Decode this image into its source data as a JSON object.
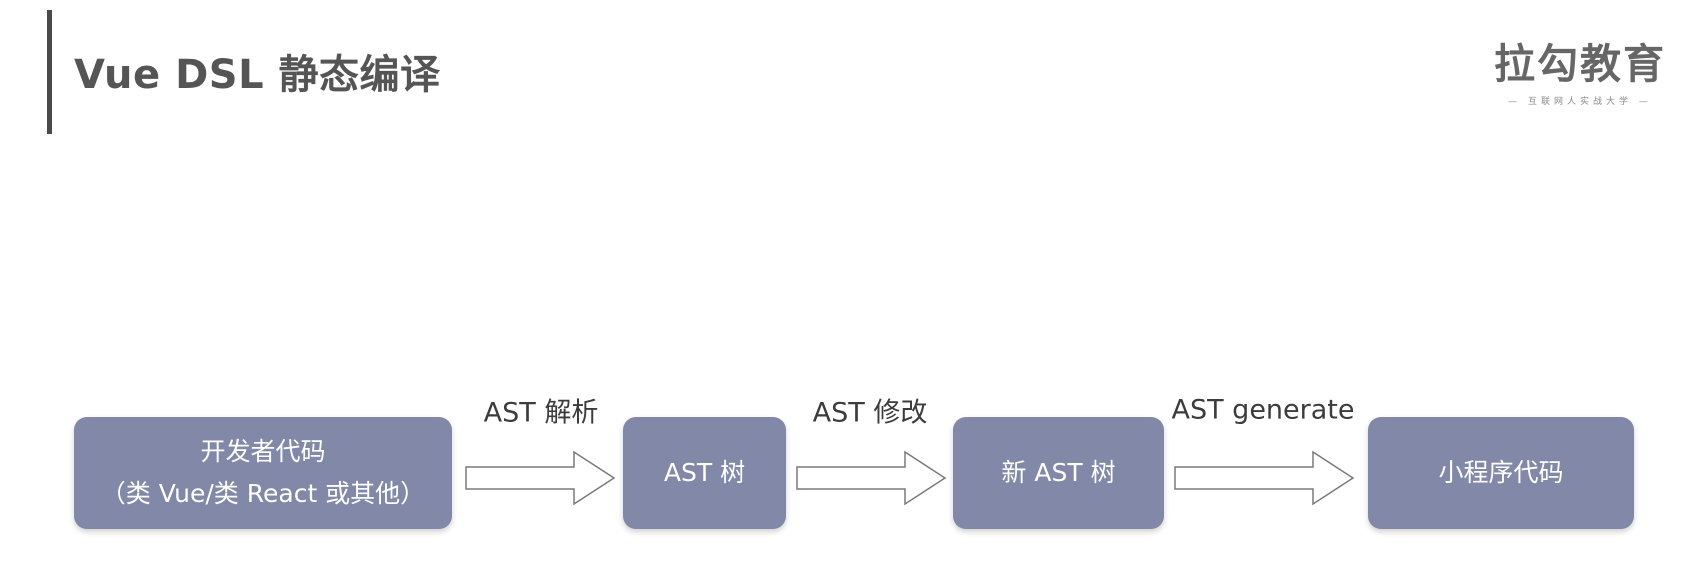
{
  "header": {
    "title": "Vue DSL 静态编译"
  },
  "brand": {
    "name": "拉勾教育",
    "tagline": "— 互联网人实战大学 —"
  },
  "flow": {
    "nodes": [
      {
        "lines": [
          "开发者代码",
          "（类 Vue/类 React 或其他）"
        ]
      },
      {
        "lines": [
          "AST 树"
        ]
      },
      {
        "lines": [
          "新 AST 树"
        ]
      },
      {
        "lines": [
          "小程序代码"
        ]
      }
    ],
    "edges": [
      {
        "label": "AST 解析"
      },
      {
        "label": "AST 修改"
      },
      {
        "label": "AST generate"
      }
    ],
    "colors": {
      "node_fill": "#8188a8",
      "node_text": "#ffffff",
      "arrow_stroke": "#7a7a7a",
      "arrow_fill": "#ffffff"
    }
  }
}
